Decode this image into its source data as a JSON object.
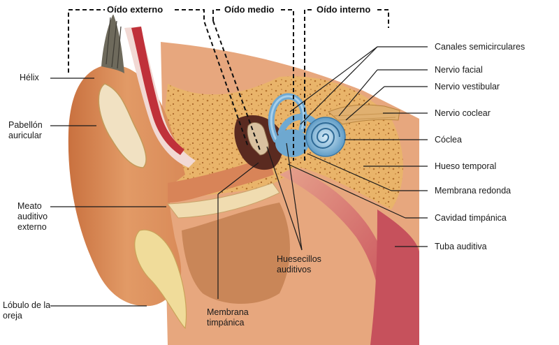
{
  "sections": {
    "outer": "Oído externo",
    "middle": "Oído medio",
    "inner": "Oído interno"
  },
  "labels": {
    "helix": "Hélix",
    "pinna": "Pabellón auricular",
    "meatus": "Meato auditivo externo",
    "lobule": "Lóbulo de la oreja",
    "tympanic_membrane": "Membrana timpánica",
    "ossicles": "Huesecillos auditivos",
    "semicircular": "Canales semicirculares",
    "facial_nerve": "Nervio facial",
    "vestibular_nerve": "Nervio vestibular",
    "cochlear_nerve": "Nervio coclear",
    "cochlea": "Cóclea",
    "temporal_bone": "Hueso temporal",
    "round_window": "Membrana redonda",
    "tympanic_cavity": "Cavidad timpánica",
    "auditory_tube": "Tuba auditiva"
  },
  "colors": {
    "skin": "#d9895a",
    "skin_dark": "#b8643c",
    "bone": "#e8b36a",
    "cartilage": "#f2e6c8",
    "muscle": "#c0313a",
    "cochlea": "#7fb6d8",
    "nerve": "#e0b070",
    "hair": "#6e6a5c"
  }
}
